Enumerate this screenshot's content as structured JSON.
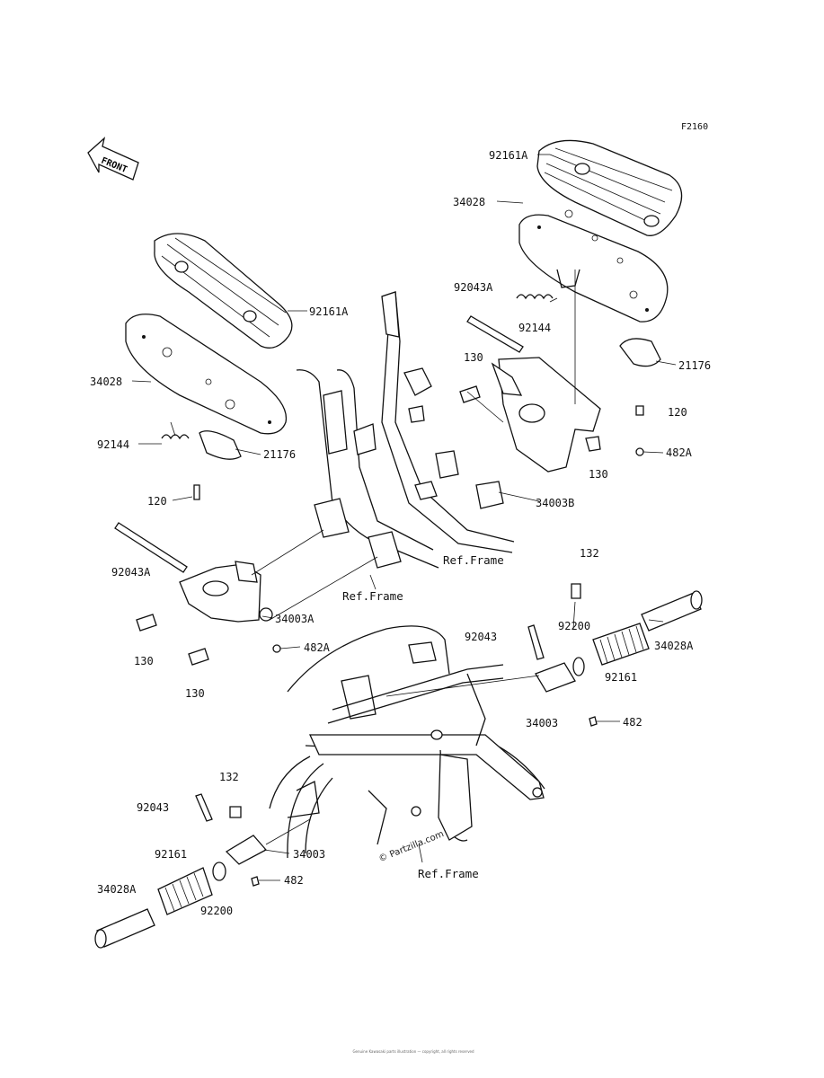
{
  "diagram": {
    "code": "F2160",
    "front_label": "FRONT",
    "watermark": "© Partzilla.com",
    "footer": "Genuine Kawasaki parts illustration — copyright, all rights reserved",
    "labels": [
      {
        "id": "92161A-top-right",
        "text": "92161A"
      },
      {
        "id": "34028-top-right",
        "text": "34028"
      },
      {
        "id": "92043A-top-right",
        "text": "92043A"
      },
      {
        "id": "92144-top-right",
        "text": "92144"
      },
      {
        "id": "130-top-right-a",
        "text": "130"
      },
      {
        "id": "21176-top-right",
        "text": "21176"
      },
      {
        "id": "120-top-right",
        "text": "120"
      },
      {
        "id": "482A-top-right",
        "text": "482A"
      },
      {
        "id": "130-top-right-b",
        "text": "130"
      },
      {
        "id": "34003B-top-right",
        "text": "34003B"
      },
      {
        "id": "ref-frame-top-right",
        "text": "Ref.Frame"
      },
      {
        "id": "92161A-top-left",
        "text": "92161A"
      },
      {
        "id": "34028-top-left",
        "text": "34028"
      },
      {
        "id": "92144-top-left",
        "text": "92144"
      },
      {
        "id": "21176-top-left",
        "text": "21176"
      },
      {
        "id": "120-top-left",
        "text": "120"
      },
      {
        "id": "92043A-mid-left",
        "text": "92043A"
      },
      {
        "id": "ref-frame-mid",
        "text": "Ref.Frame"
      },
      {
        "id": "34003A-mid-left",
        "text": "34003A"
      },
      {
        "id": "130-mid-left-a",
        "text": "130"
      },
      {
        "id": "482A-mid-left",
        "text": "482A"
      },
      {
        "id": "130-mid-left-b",
        "text": "130"
      },
      {
        "id": "132-mid-right",
        "text": "132"
      },
      {
        "id": "92200-mid-right",
        "text": "92200"
      },
      {
        "id": "34028A-mid-right",
        "text": "34028A"
      },
      {
        "id": "92043-mid-right",
        "text": "92043"
      },
      {
        "id": "92161-mid-right",
        "text": "92161"
      },
      {
        "id": "34003-mid-right",
        "text": "34003"
      },
      {
        "id": "482-mid-right",
        "text": "482"
      },
      {
        "id": "132-bottom-left",
        "text": "132"
      },
      {
        "id": "92043-bottom-left",
        "text": "92043"
      },
      {
        "id": "34003-bottom-left",
        "text": "34003"
      },
      {
        "id": "92161-bottom-left",
        "text": "92161"
      },
      {
        "id": "482-bottom-left",
        "text": "482"
      },
      {
        "id": "34028A-bottom-left",
        "text": "34028A"
      },
      {
        "id": "92200-bottom-left",
        "text": "92200"
      },
      {
        "id": "ref-frame-bottom",
        "text": "Ref.Frame"
      }
    ]
  }
}
